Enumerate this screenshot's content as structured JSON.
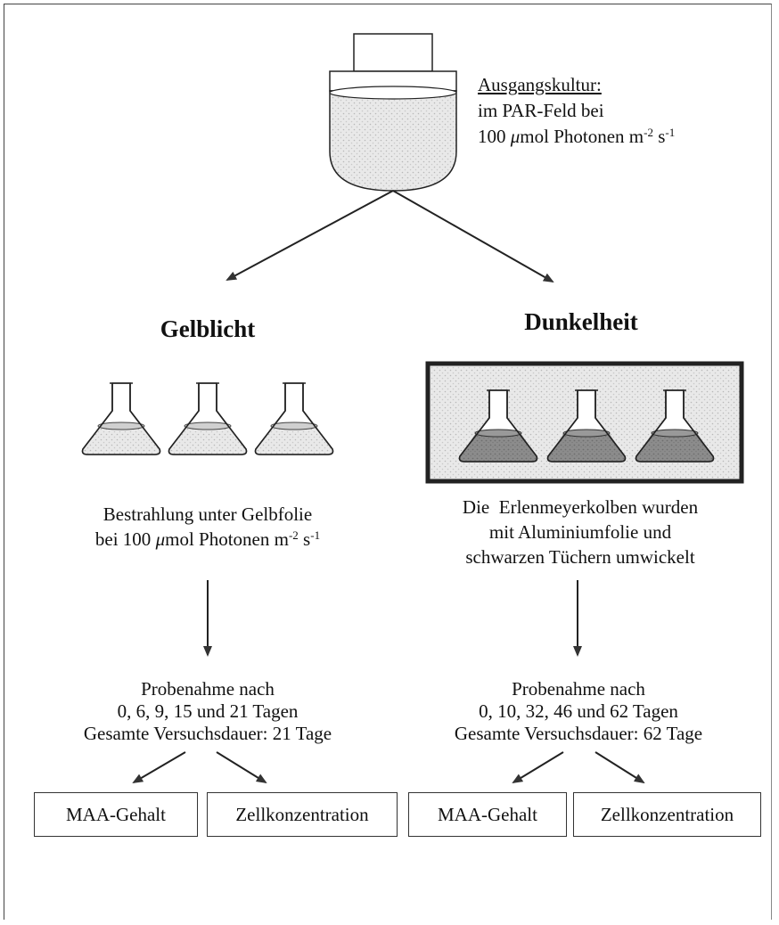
{
  "start_culture": {
    "title": "Ausgangskultur:",
    "line1": "im PAR-Feld bei",
    "line2_pre": "100 ",
    "line2_mu": "μ",
    "line2_mid": "mol Photonen m",
    "line2_exp1": "-2",
    "line2_s": " s",
    "line2_exp2": "-1"
  },
  "left": {
    "heading": "Gelblicht",
    "desc_line1": "Bestrahlung unter Gelbfolie",
    "desc_line2_pre": "bei 100 ",
    "desc_line2_mu": "μ",
    "desc_line2_mid": "mol Photonen m",
    "desc_line2_exp1": "-2",
    "desc_line2_s": " s",
    "desc_line2_exp2": "-1",
    "sampling_line1": "Probenahme nach",
    "sampling_line2": "0, 6, 9, 15 und 21 Tagen",
    "sampling_line3": "Gesamte Versuchsdauer: 21 Tage",
    "box1": "MAA-Gehalt",
    "box2": "Zellkonzentration"
  },
  "right": {
    "heading": "Dunkelheit",
    "desc_line1": "Die  Erlenmeyerkolben wurden",
    "desc_line2": "mit Aluminiumfolie und",
    "desc_line3": "schwarzen Tüchern umwickelt",
    "sampling_line1": "Probenahme nach",
    "sampling_line2": "0, 10, 32, 46 und 62 Tagen",
    "sampling_line3": "Gesamte Versuchsdauer: 62 Tage",
    "box1": "MAA-Gehalt",
    "box2": "Zellkonzentration"
  }
}
